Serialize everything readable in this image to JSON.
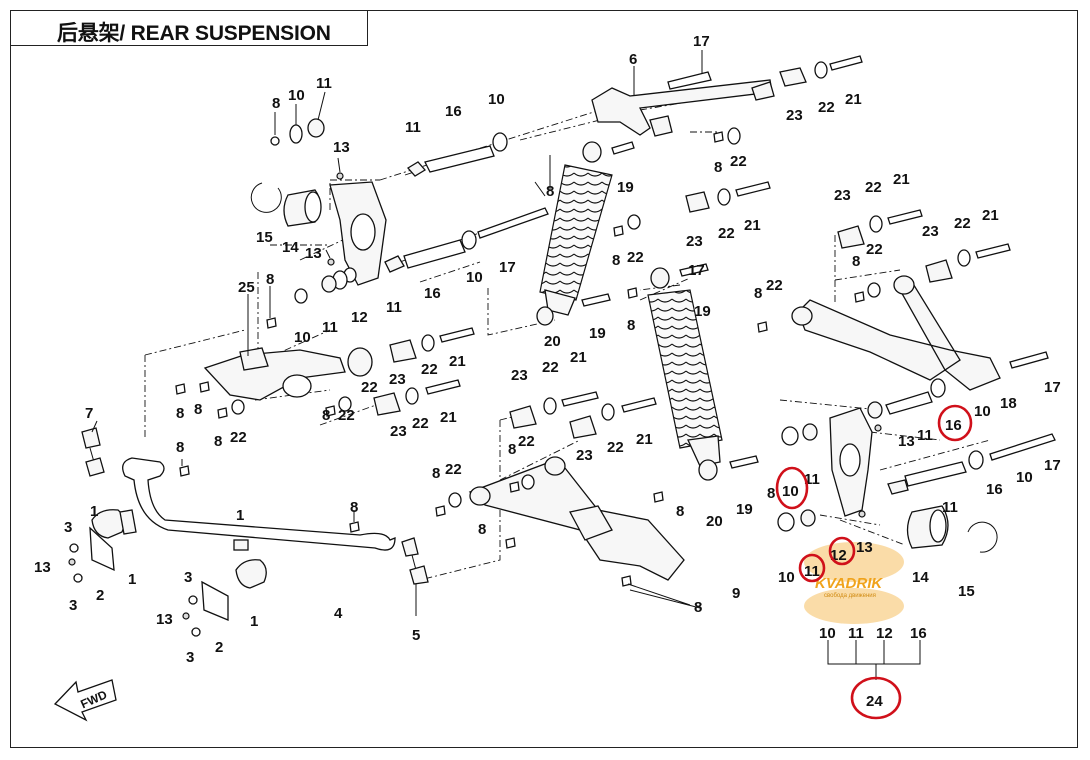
{
  "title": "后悬架/ REAR SUSPENSION",
  "fwd_label": "FWD",
  "watermark": {
    "brand": "KVADRIK",
    "tagline": "свобода движения"
  },
  "labels": {
    "n1": "1",
    "n2": "2",
    "n3": "3",
    "n4": "4",
    "n5": "5",
    "n6": "6",
    "n7": "7",
    "n8": "8",
    "n9": "9",
    "n10": "10",
    "n11": "11",
    "n12": "12",
    "n13": "13",
    "n14": "14",
    "n15": "15",
    "n16": "16",
    "n17": "17",
    "n18": "18",
    "n19": "19",
    "n20": "20",
    "n21": "21",
    "n22": "22",
    "n23": "23",
    "n24": "24",
    "n25": "25"
  },
  "kit": {
    "members": [
      "10",
      "11",
      "12",
      "16"
    ],
    "number": "24"
  },
  "colors": {
    "highlight": "#d0101a",
    "watermark": "#f0a31c",
    "ink": "#111111"
  }
}
